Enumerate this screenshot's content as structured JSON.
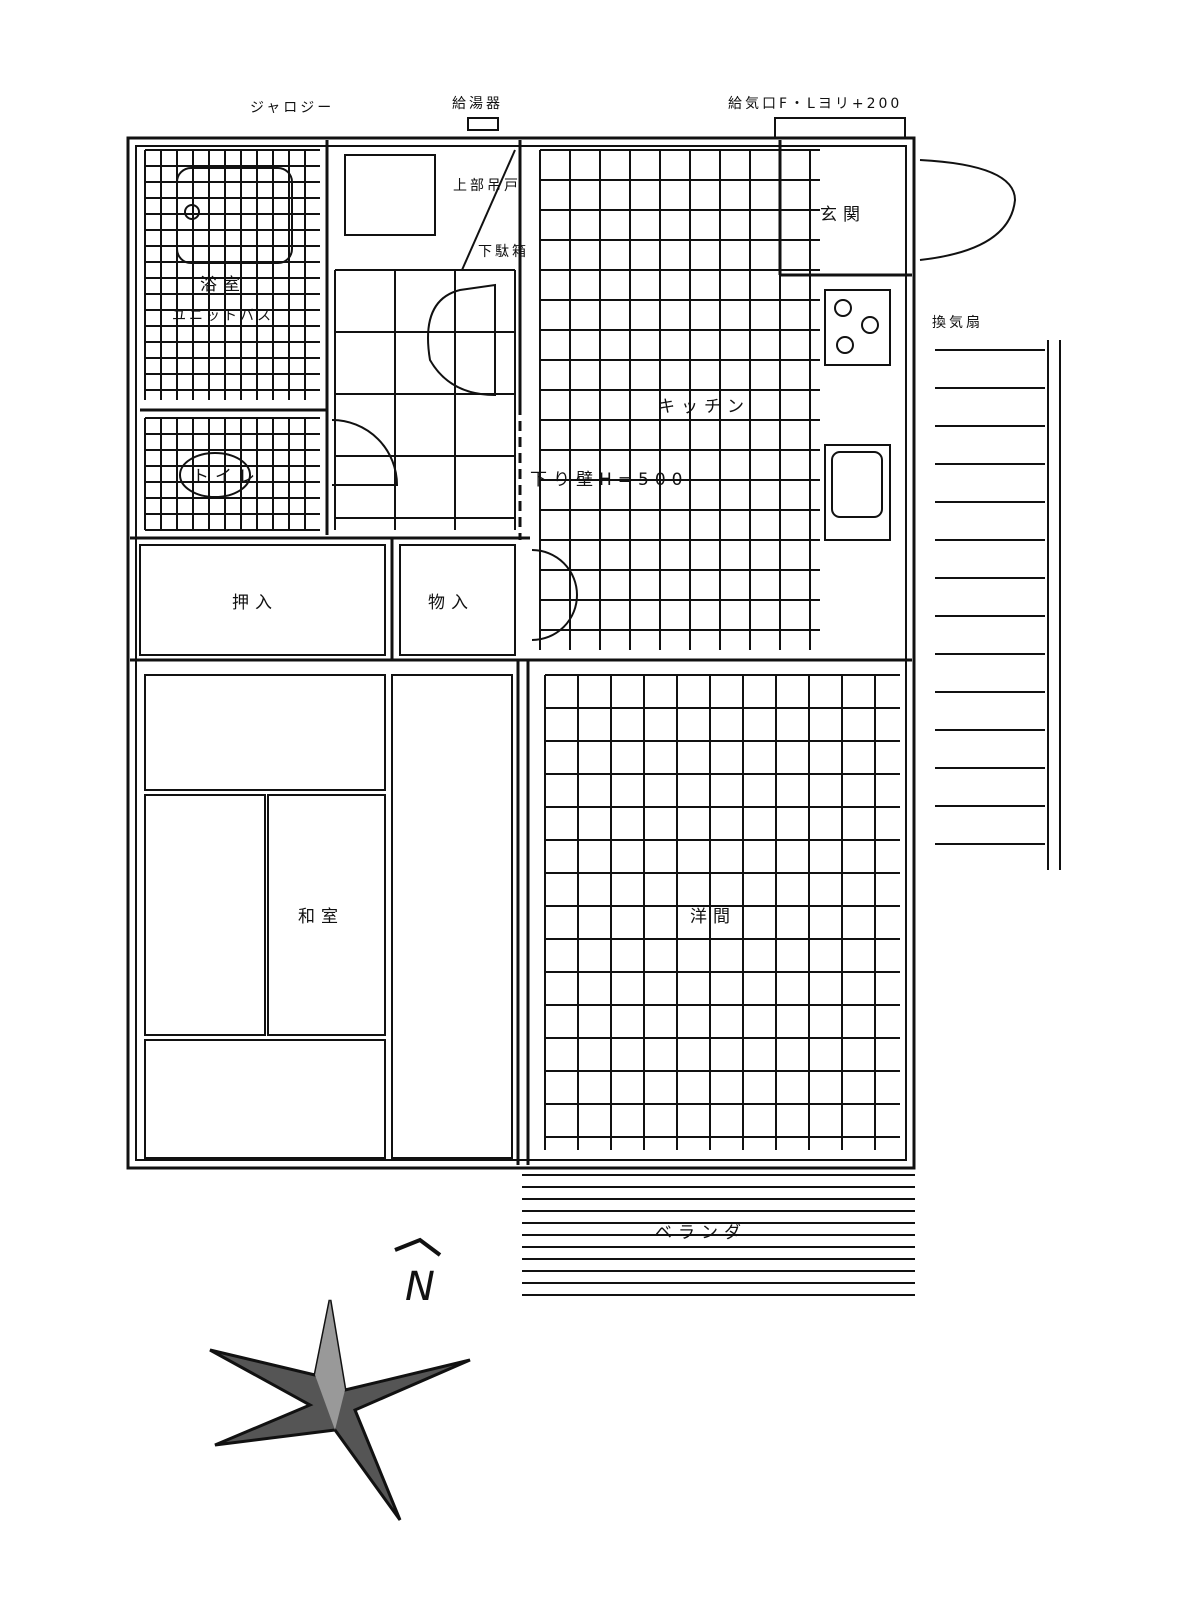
{
  "labels": {
    "jalousie": "ジャロジー",
    "water_heater": "給湯器",
    "air_inlet": "給気口F・Lヨリ+200",
    "bathroom": "浴室",
    "unit_bath": "ユニットバス",
    "upper_cabinet": "上部吊戸",
    "shoe_cabinet": "下駄箱",
    "entrance": "玄関",
    "ventilation_fan": "換気扇",
    "kitchen": "キッチン",
    "toilet": "トイレ",
    "hanging_wall": "下り壁H=500",
    "closet": "押入",
    "storage": "物入",
    "japanese_room": "和室",
    "western_room": "洋間",
    "veranda": "ベランダ",
    "north": "N"
  }
}
